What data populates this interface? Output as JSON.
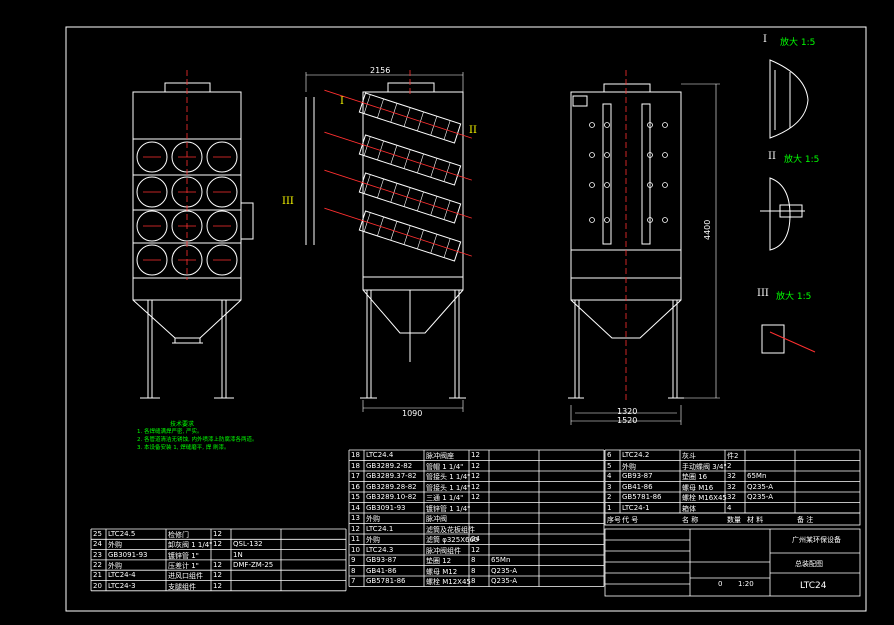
{
  "drawing": {
    "dim_top_width": "2156",
    "dim_mid_base": "1090",
    "dim_right_base1": "1320",
    "dim_right_base2": "1520",
    "dim_height": "4400",
    "marker_I": "I",
    "marker_II": "II",
    "marker_III": "III"
  },
  "details": [
    {
      "roman": "I",
      "label": "放大 1:5"
    },
    {
      "roman": "II",
      "label": "放大 1:5"
    },
    {
      "roman": "III",
      "label": "放大 1:5"
    }
  ],
  "tech_notes": {
    "title": "技术要求",
    "lines": [
      "1. 各焊缝满焊严密, 严实。",
      "2. 各管道清洁无锈蚀, 内外喷漆上防腐漆各两道。",
      "3. 本设备安装 1, 焊缝磨平, 焊 刷漆。"
    ]
  },
  "bom_mid": [
    {
      "no": "18",
      "code": "LTC24.4",
      "name": "脉冲阀座",
      "qty": "12",
      "c5": "",
      "c6": ""
    },
    {
      "no": "18",
      "code": "GB3289.2-82",
      "name": "管帽 1 1/4\"",
      "qty": "12",
      "c5": "",
      "c6": ""
    },
    {
      "no": "17",
      "code": "GB3289.37-82",
      "name": "管接头 1 1/4\"",
      "qty": "12",
      "c5": "",
      "c6": ""
    },
    {
      "no": "16",
      "code": "GB3289.28-82",
      "name": "管接头 1 1/4\"",
      "qty": "12",
      "c5": "",
      "c6": ""
    },
    {
      "no": "15",
      "code": "GB3289.10-82",
      "name": "三通 1 1/4\"",
      "qty": "12",
      "c5": "",
      "c6": ""
    },
    {
      "no": "14",
      "code": "GB3091-93",
      "name": "镀锌管 1 1/4\"",
      "qty": "",
      "c5": "",
      "c6": ""
    },
    {
      "no": "13",
      "code": "外购",
      "name": "脉冲阀",
      "qty": "",
      "c5": "",
      "c6": ""
    },
    {
      "no": "12",
      "code": "LTC24.1",
      "name": "滤筒及花板组件",
      "qty": "",
      "c5": "",
      "c6": ""
    },
    {
      "no": "11",
      "code": "外购",
      "name": "滤筒 φ325X660",
      "qty": "24",
      "c5": "",
      "c6": ""
    },
    {
      "no": "10",
      "code": "LTC24.3",
      "name": "脉冲阀组件",
      "qty": "12",
      "c5": "",
      "c6": ""
    },
    {
      "no": "9",
      "code": "GB93-87",
      "name": "垫圈 12",
      "qty": "8",
      "c5": "65Mn",
      "c6": ""
    },
    {
      "no": "8",
      "code": "GB41-86",
      "name": "螺母 M12",
      "qty": "8",
      "c5": "Q235-A",
      "c6": ""
    },
    {
      "no": "7",
      "code": "GB5781-86",
      "name": "螺栓 M12X45",
      "qty": "8",
      "c5": "Q235-A",
      "c6": ""
    }
  ],
  "bom_left": [
    {
      "no": "25",
      "code": "LTC24.5",
      "name": "检修门",
      "qty": "12",
      "c5": "",
      "c6": ""
    },
    {
      "no": "24",
      "code": "外购",
      "name": "卸灰阀 1 1/4\"",
      "qty": "12",
      "c5": "QSL-132",
      "c6": ""
    },
    {
      "no": "23",
      "code": "GB3091-93",
      "name": "镀锌管 1\"",
      "qty": "",
      "c5": "1N",
      "c6": ""
    },
    {
      "no": "22",
      "code": "外购",
      "name": "压差计 1\"",
      "qty": "12",
      "c5": "DMF-ZM-25",
      "c6": ""
    },
    {
      "no": "21",
      "code": "LTC24-4",
      "name": "进风口组件",
      "qty": "12",
      "c5": "",
      "c6": ""
    },
    {
      "no": "20",
      "code": "LTC24-3",
      "name": "支腿组件",
      "qty": "12",
      "c5": "",
      "c6": ""
    }
  ],
  "bom_right": [
    {
      "no": "6",
      "code": "LTC24.2",
      "name": "灰斗",
      "qty": "件2",
      "c5": "",
      "c6": ""
    },
    {
      "no": "5",
      "code": "外购",
      "name": "手动蝶阀 3/4\"",
      "qty": "2",
      "c5": "",
      "c6": ""
    },
    {
      "no": "4",
      "code": "GB93-87",
      "name": "垫圈 16",
      "qty": "32",
      "c5": "65Mn",
      "c6": ""
    },
    {
      "no": "3",
      "code": "GB41-86",
      "name": "螺母 M16",
      "qty": "32",
      "c5": "Q235-A",
      "c6": ""
    },
    {
      "no": "2",
      "code": "GB5781-86",
      "name": "螺栓 M16X45",
      "qty": "32",
      "c5": "Q235-A",
      "c6": ""
    },
    {
      "no": "1",
      "code": "LTC24-1",
      "name": "箱体",
      "qty": "4",
      "c5": "",
      "c6": ""
    }
  ],
  "bom_header": [
    "序号",
    "代 号",
    "名 称",
    "数量",
    "材 料",
    "备 注"
  ],
  "title_block": {
    "company": "广州某环保设备",
    "drawing_name": "总装配图",
    "scale": "1:20",
    "sheet": "0",
    "drawing_no": "LTC24"
  }
}
